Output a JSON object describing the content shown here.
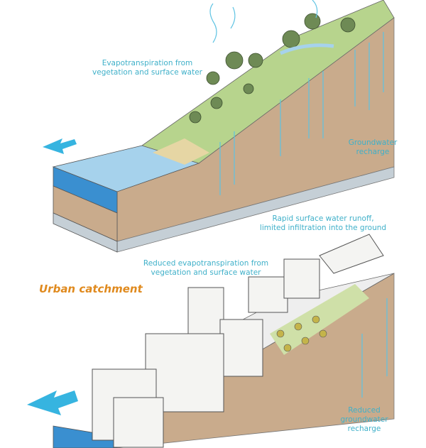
{
  "labels": {
    "natural_evap": "Evapotranspiration from vegetation and surface water",
    "natural_recharge": "Groundwater recharge",
    "urban_runoff": "Rapid surface water runoff, limited infiltration into the ground",
    "urban_evap": "Reduced evapotranspiration from vegetation and surface water",
    "urban_title": "Urban catchment",
    "urban_recharge": "Reduced groundwater recharge"
  },
  "colors": {
    "water": "#3a8fd0",
    "earth": "#c9ab8c",
    "bedrock": "#c5cfd6",
    "vegetation": "#a9c97a",
    "label": "#3fb0c9",
    "title": "#e08a1e",
    "arrow": "#36b4e0"
  }
}
